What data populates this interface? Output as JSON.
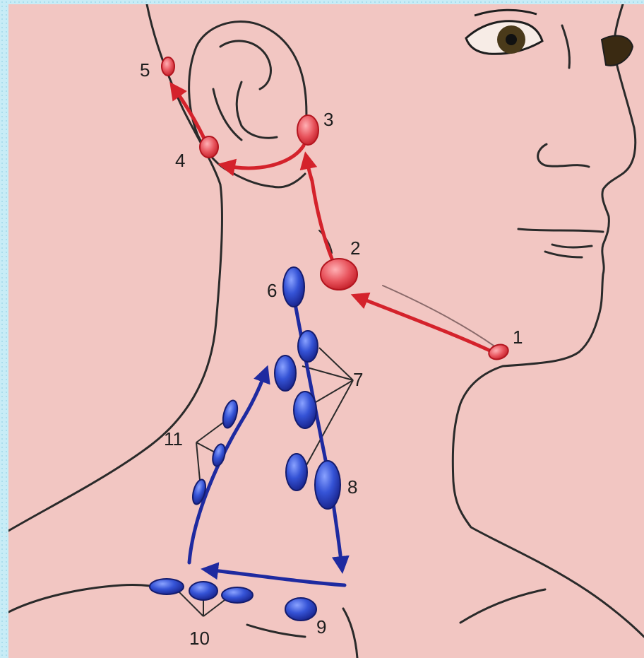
{
  "labels": {
    "n1": "1",
    "n2": "2",
    "n3": "3",
    "n4": "4",
    "n5": "5",
    "n6": "6",
    "n7": "7",
    "n8": "8",
    "n9": "9",
    "n10": "10",
    "n11": "11"
  },
  "colors": {
    "skin": "#f2c6c2",
    "outline": "#2a2a2a",
    "red_path": "#d4222b",
    "red_node": "#f0606a",
    "blue_path": "#1e2aa0",
    "blue_node": "#2f4bc9",
    "background": "#c8ecf6"
  }
}
